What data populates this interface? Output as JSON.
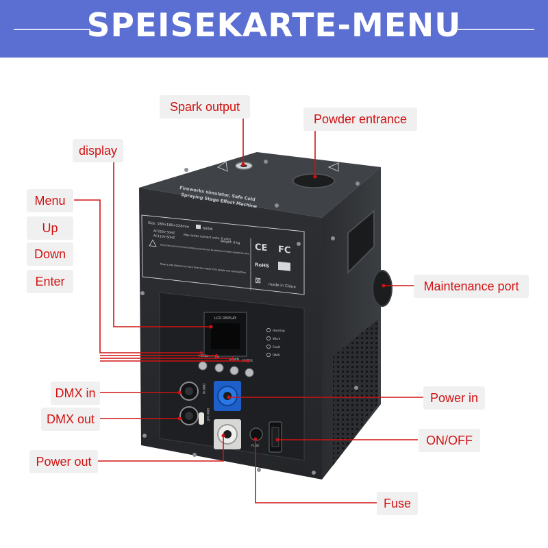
{
  "header": {
    "title": "SPEISEKARTE-MENU",
    "background": "#5b6fd2",
    "title_color": "#ffffff"
  },
  "device": {
    "top_sticker": {
      "line1": "Fireworks simulator, Safe Cold",
      "line2": "Spraying Stage Effect Machine"
    },
    "spec_panel": {
      "size": "Size: 188×180×228mm",
      "power": "600W",
      "voltage_1": "AC220V 50HZ",
      "voltage_2": "AC110V 60HZ",
      "max_series": "Max series connect units: 6 units",
      "weight": "Weight: 6 kg",
      "warning": "Warning: There is electricity in the machine. Touching may cause electric shock. Non-professionals are forbidden to disassemble the machine.",
      "distance": "Keep a safe distance of more than one meter from people and combustibles",
      "ce": "CE",
      "fc": "FC",
      "rohs": "RoHS",
      "made_in": "made in China"
    },
    "control_panel": {
      "lcd_label": "LCD DISPLAY",
      "indicators": [
        "Heating",
        "Work",
        "Fault",
        "DMX"
      ],
      "buttons": [
        "MENU",
        "UP",
        "DOWN",
        "ENTER"
      ],
      "dmx_in": "DMX IN",
      "dmx_out": "DMX OUT",
      "fuse": "FUSE"
    }
  },
  "callouts": {
    "spark_output": "Spark output",
    "powder_entrance": "Powder entrance",
    "display": "display",
    "menu": "Menu",
    "up": "Up",
    "down": "Down",
    "enter": "Enter",
    "maintenance_port": "Maintenance port",
    "dmx_in": "DMX in",
    "power_in": "Power in",
    "dmx_out": "DMX out",
    "on_off": "ON/OFF",
    "power_out": "Power out",
    "fuse": "Fuse"
  },
  "colors": {
    "callout_text": "#d11212",
    "callout_bg": "#f0f0f0",
    "leader_line": "#d11212",
    "machine_body": "#2b2d30"
  }
}
